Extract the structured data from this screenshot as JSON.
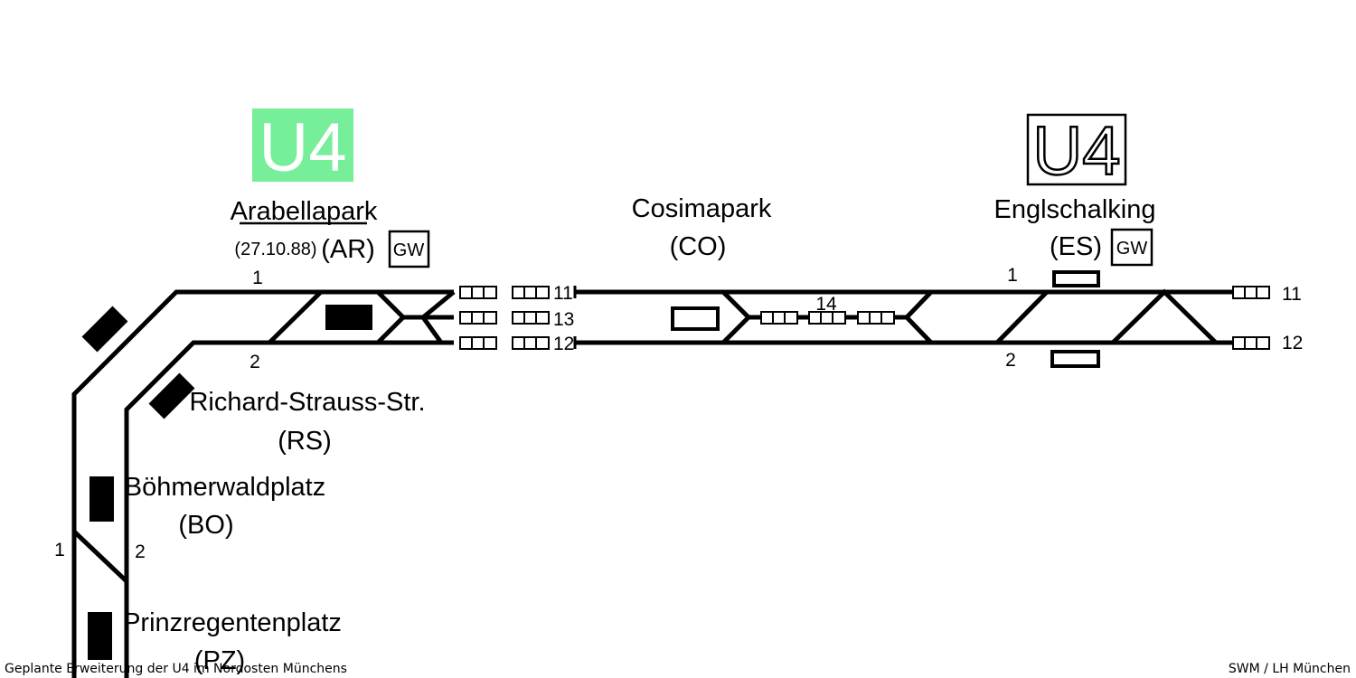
{
  "lines": [
    {
      "label": "U4",
      "style": "filled",
      "color": "#77ee99"
    },
    {
      "label": "U4",
      "style": "outline",
      "color": "#000000"
    }
  ],
  "stations": {
    "arabellapark": {
      "name": "Arabellapark",
      "code": "(AR)",
      "date": "(27.10.88)",
      "badge": "GW"
    },
    "cosimapark": {
      "name": "Cosimapark",
      "code": "(CO)"
    },
    "englschalking": {
      "name": "Englschalking",
      "code": "(ES)",
      "badge": "GW"
    },
    "richard_strauss": {
      "name": "Richard-Strauss-Str.",
      "code": "(RS)"
    },
    "boehmerwaldplatz": {
      "name": "Böhmerwaldplatz",
      "code": "(BO)"
    },
    "prinzregentenplatz": {
      "name": "Prinzregentenplatz",
      "code": "(PZ)"
    }
  },
  "tracks": {
    "ar_1": "1",
    "ar_2": "2",
    "sidings": [
      "11",
      "13",
      "12"
    ],
    "co_14": "14",
    "es_1": "1",
    "es_2": "2",
    "east_11": "11",
    "east_12": "12",
    "bo_1": "1",
    "bo_2": "2"
  },
  "footer": {
    "left": "Geplante Erweiterung der U4 im Nordosten Münchens",
    "right": "SWM / LH München"
  }
}
